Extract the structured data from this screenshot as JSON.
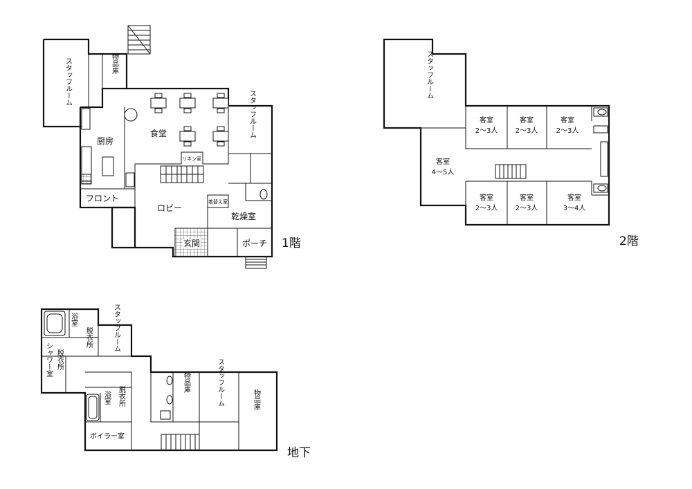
{
  "floors": {
    "f1": {
      "title": "1階",
      "rooms": {
        "staff_room_a": "スタッフルーム",
        "storage": "物品庫",
        "dining": "食堂",
        "staff_room_b": "スタッフルーム",
        "kitchen": "厨房",
        "linen": "リネン室",
        "front": "フロント",
        "lobby": "ロビー",
        "changing": "着替え室",
        "drying": "乾燥室",
        "entrance": "玄関",
        "porch": "ポーチ"
      }
    },
    "f2": {
      "title": "2階",
      "rooms": {
        "staff_room": "スタッフルーム",
        "r1_name": "客室",
        "r1_cap": "2～3人",
        "r2_name": "客室",
        "r2_cap": "2～3人",
        "r3_name": "客室",
        "r3_cap": "2～3人",
        "r4_name": "客室",
        "r4_cap": "4～5人",
        "r5_name": "客室",
        "r5_cap": "2～3人",
        "r6_name": "客室",
        "r6_cap": "2～3人",
        "r7_name": "客室",
        "r7_cap": "3～4人"
      }
    },
    "b1": {
      "title": "地下",
      "rooms": {
        "bath_a": "浴室",
        "dressing_a": "脱衣所",
        "staff_room_a": "スタッフルーム",
        "dressing_shower": "脱衣所",
        "shower_room": "シャワー室",
        "bath_b": "浴室",
        "dressing_b": "脱衣所",
        "boiler": "ボイラー室",
        "storage_a": "物品庫",
        "staff_room_b": "スタッフルーム",
        "storage_b": "物品庫"
      }
    }
  }
}
